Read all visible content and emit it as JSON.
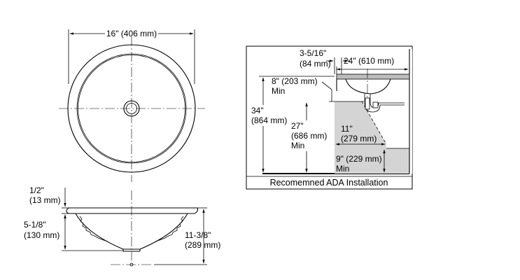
{
  "top_view": {
    "width_label": "16\" (406 mm)"
  },
  "side_view": {
    "rim_label_1": "1/2\"",
    "rim_label_2": "(13 mm)",
    "bowl_label_1": "5-1/8\"",
    "bowl_label_2": "(130 mm)",
    "overall_label_1": "11-3/8\"",
    "overall_label_2": "(289 mm)"
  },
  "ada": {
    "caption": "Recomemned ADA Installation",
    "setback_1": "3-5/16\"",
    "setback_2": "(84 mm)",
    "width_label": "24\" (610 mm)",
    "min_8_1": "8\" (203 mm)",
    "min_8_2": "Min",
    "h34_1": "34\"",
    "h34_2": "(864 mm)",
    "h27_1": "27\"",
    "h27_2": "(686 mm)",
    "h27_3": "Min",
    "d11_1": "11\"",
    "d11_2": "(279 mm)",
    "h9_1": "9\" (229 mm)",
    "h9_2": "Min"
  }
}
